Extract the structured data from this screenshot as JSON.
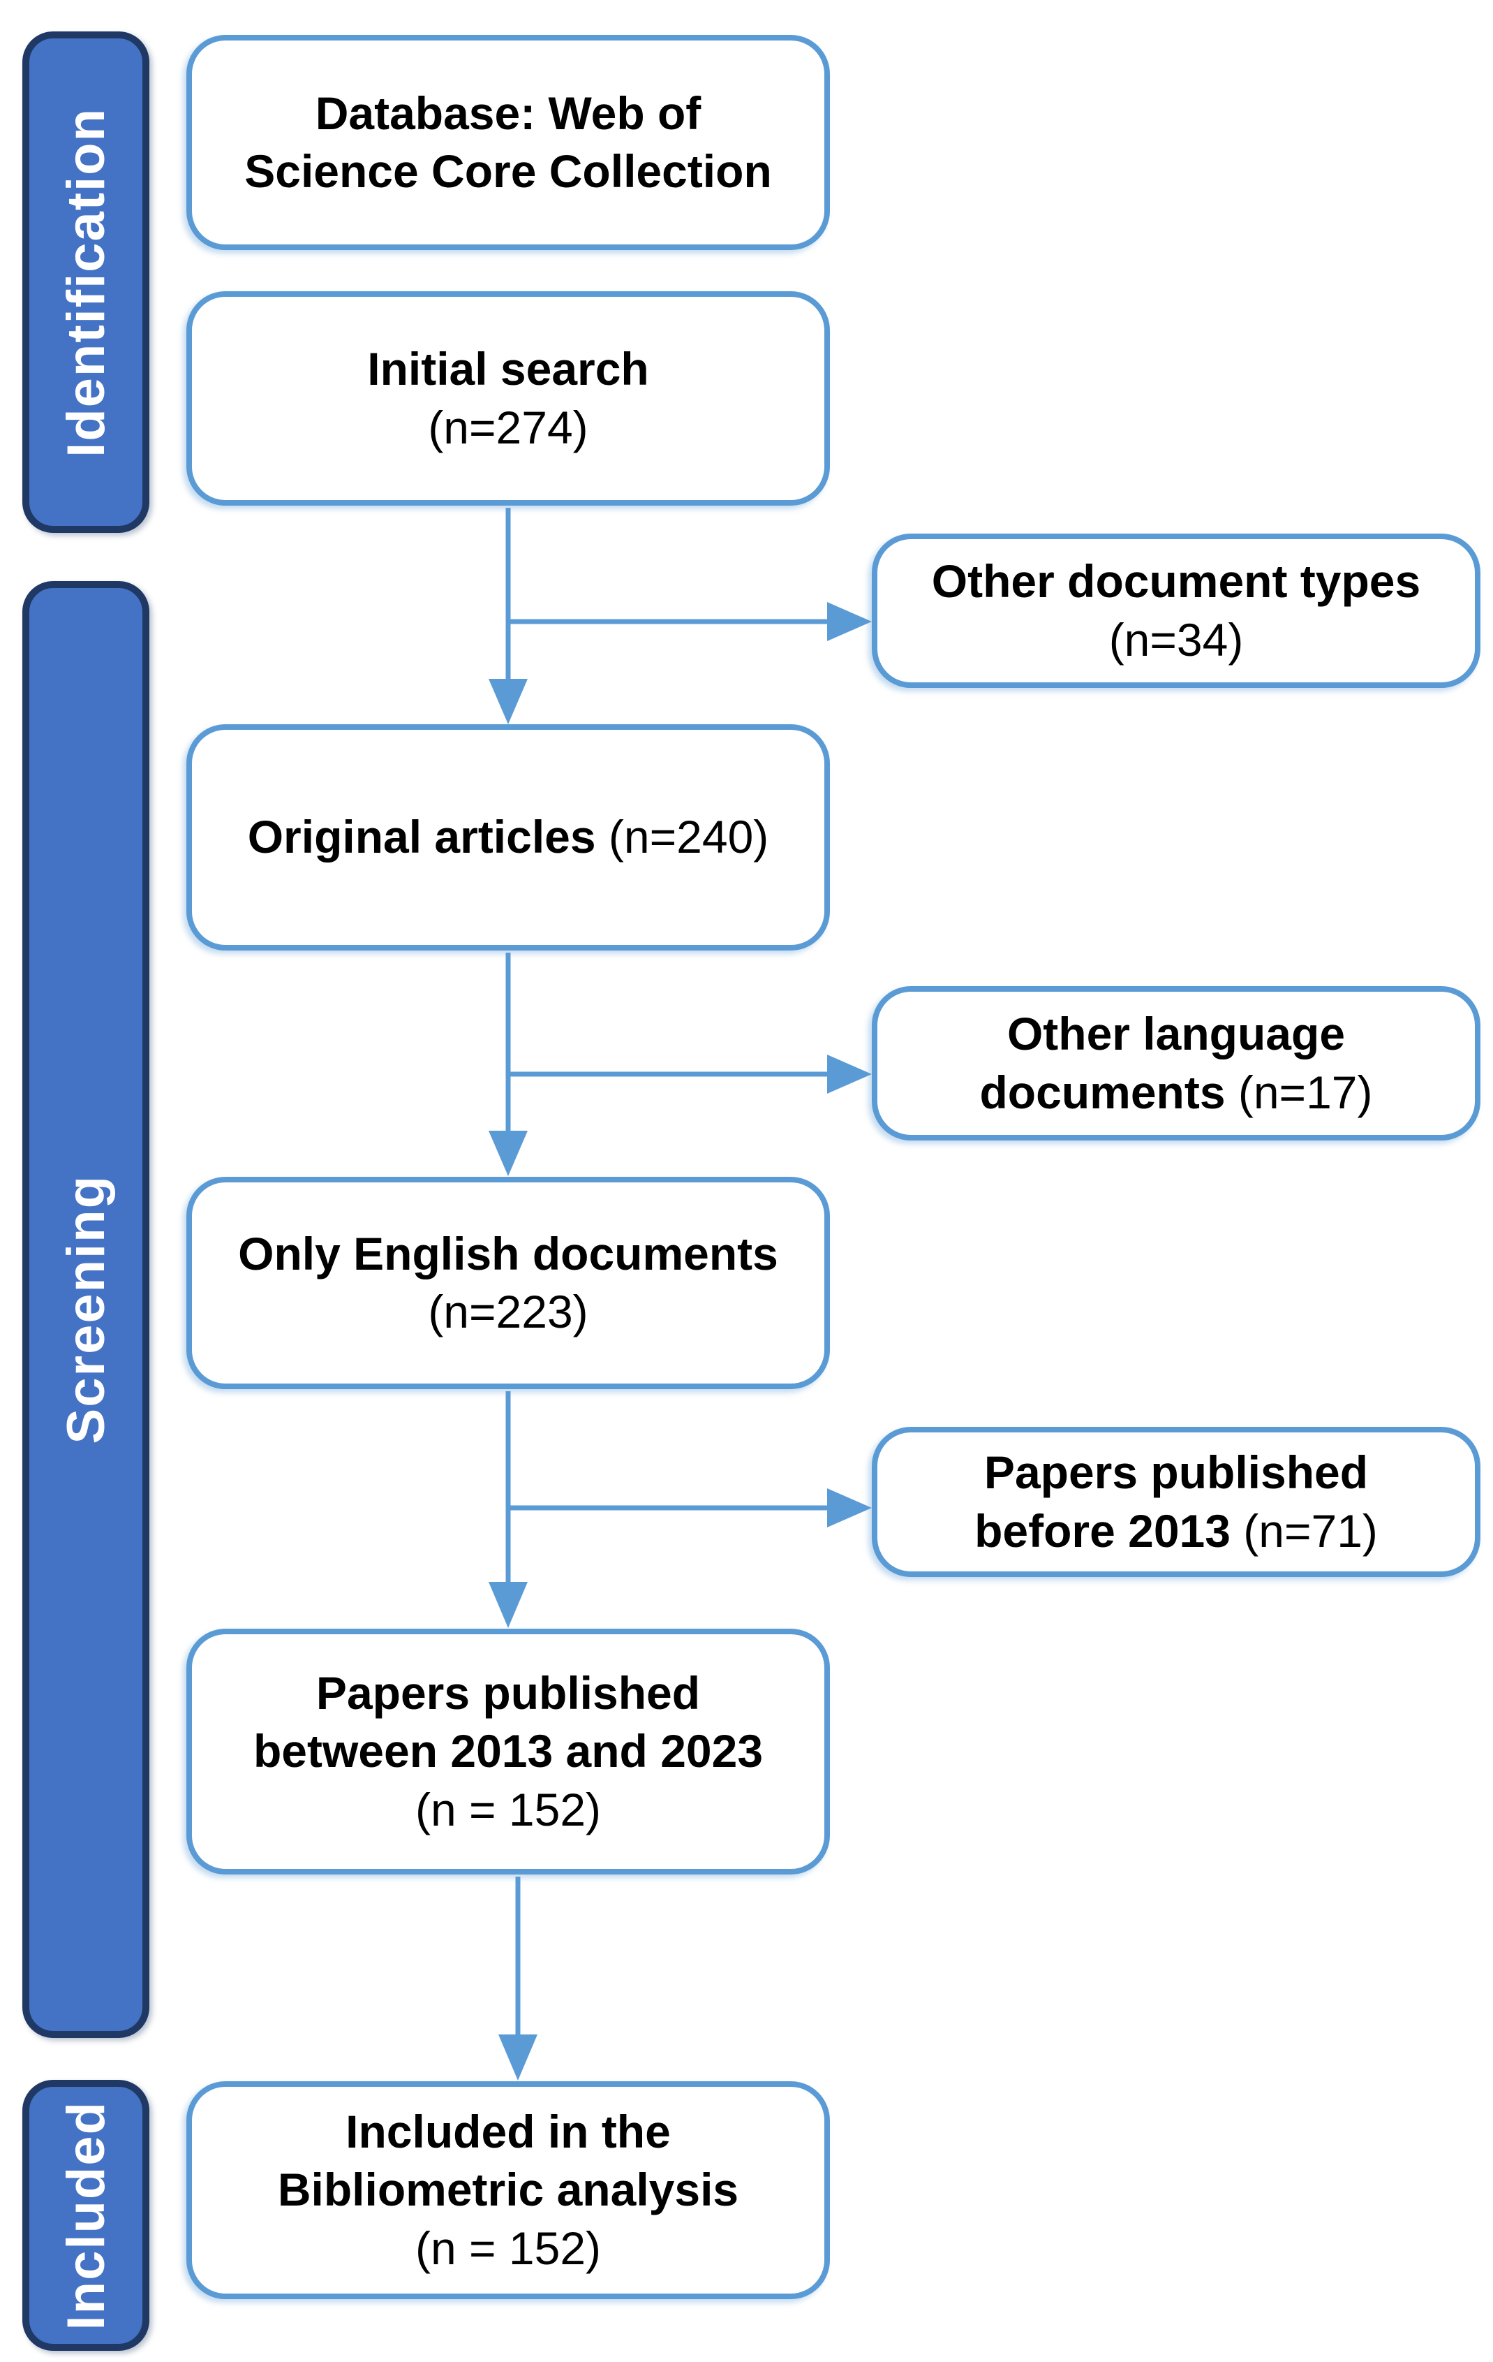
{
  "colors": {
    "sidebar_fill": "#4472C4",
    "sidebar_border": "#1F3864",
    "box_border": "#5B9BD5",
    "connector": "#5B9BD5",
    "text": "#000000",
    "sidebar_text": "#FFFFFF",
    "background": "#FFFFFF"
  },
  "sidebars": [
    {
      "label": "Identification"
    },
    {
      "label": "Screening"
    },
    {
      "label": "Included"
    }
  ],
  "boxes": {
    "database": {
      "line1": "Database: Web of",
      "line2": "Science Core Collection"
    },
    "initial": {
      "title": "Initial search",
      "count": "(n=274)"
    },
    "other_types": {
      "title": "Other document types",
      "count": "(n=34)"
    },
    "original": {
      "title": "Original articles",
      "count": " (n=240)"
    },
    "other_lang": {
      "line1": "Other language",
      "line2_title": "documents",
      "line2_count": " (n=17)"
    },
    "english": {
      "title": "Only English documents",
      "count": "(n=223)"
    },
    "before": {
      "line1": "Papers published",
      "line2_title": "before 2013",
      "line2_count": " (n=71)"
    },
    "between": {
      "line1": "Papers published",
      "line2": "between 2013 and 2023",
      "count": "(n = 152)"
    },
    "included": {
      "line1": "Included in the",
      "line2": "Bibliometric analysis",
      "count": "(n = 152)"
    }
  }
}
